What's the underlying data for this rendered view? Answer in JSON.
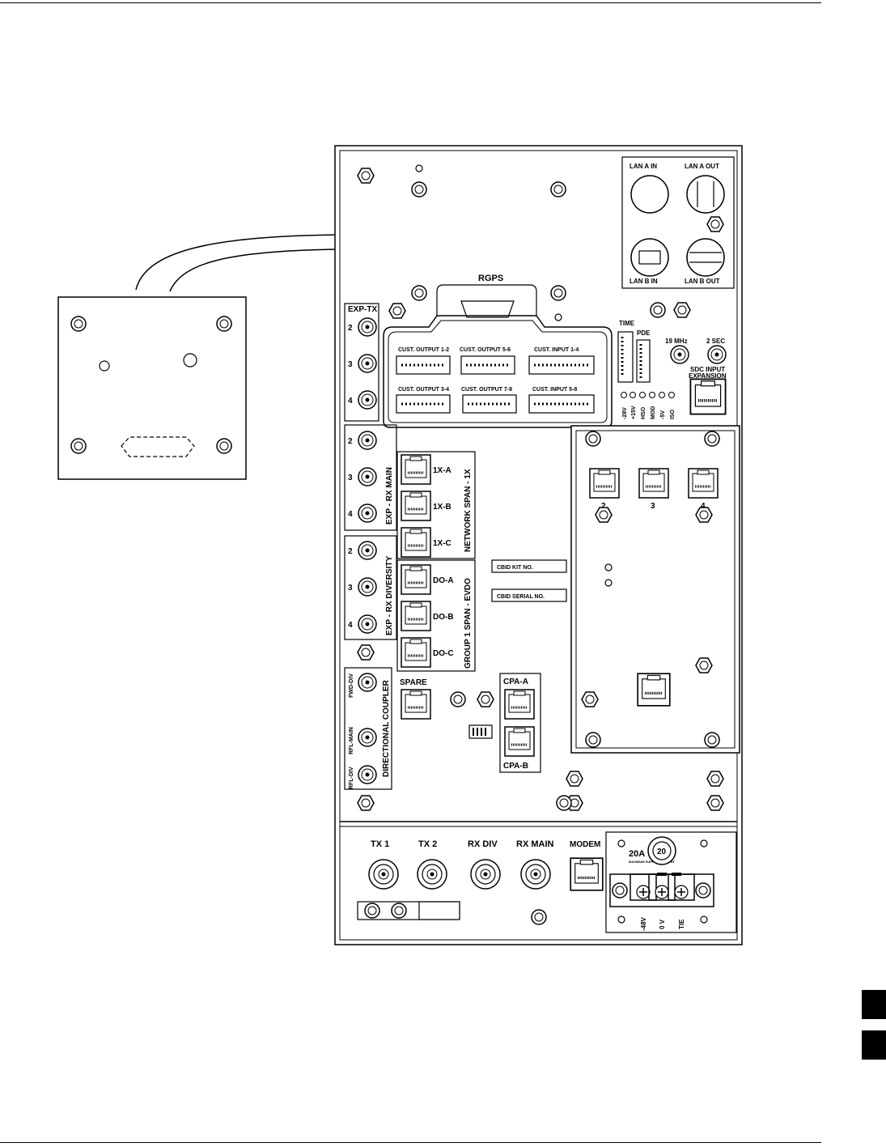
{
  "panel": {
    "lan": {
      "a_in": "LAN A IN",
      "a_out": "LAN A OUT",
      "b_in": "LAN B IN",
      "b_out": "LAN B OUT"
    },
    "rgps": "RGPS",
    "exp_tx": {
      "title": "EXP-TX",
      "ports": [
        "2",
        "3",
        "4"
      ]
    },
    "exp_rx_main": {
      "title": "EXP - RX MAIN",
      "ports": [
        "2",
        "3",
        "4"
      ]
    },
    "exp_rx_div": {
      "title": "EXP - RX DIVERSITY",
      "ports": [
        "2",
        "3",
        "4"
      ]
    },
    "coupler": {
      "title": "DIRECTIONAL COUPLER",
      "ports": [
        "FWD-DIV",
        "RFL-MAIN",
        "RFL-DIV"
      ]
    },
    "cust_io": [
      "CUST. OUTPUT 1-2",
      "CUST. OUTPUT 5-6",
      "CUST. INPUT 1-4",
      "CUST. OUTPUT 3-4",
      "CUST. OUTPUT 7-8",
      "CUST. INPUT 5-8"
    ],
    "time": "TIME",
    "pde": "PDE",
    "mhz19": "19 MHz",
    "sec2": "2 SEC",
    "sdc_line1": "SDC INPUT",
    "sdc_line2": "EXPANSION",
    "leds": [
      "-28V",
      "+15V",
      "HSO",
      "MOD",
      "-5V",
      "ISO"
    ],
    "span_1x": {
      "title": "NETWORK SPAN - 1X",
      "ports": [
        "1X-A",
        "1X-B",
        "1X-C"
      ]
    },
    "span_do": {
      "title": "GROUP 1 SPAN - EVDO",
      "ports": [
        "DO-A",
        "DO-B",
        "DO-C"
      ]
    },
    "cbid_kit": "CBID KIT NO.",
    "cbid_serial": "CBID SERIAL NO.",
    "spare": "SPARE",
    "cpa_a": "CPA-A",
    "cpa_b": "CPA-B",
    "expansion_ports": [
      "2",
      "3",
      "4"
    ],
    "bottom": {
      "tx1": "TX 1",
      "tx2": "TX 2",
      "rx_div": "RX DIV",
      "rx_main": "RX MAIN",
      "modem": "MODEM",
      "breaker": "20A",
      "breaker_dial": "20",
      "breaker_note": "MAXIMUM SUPPLY CURRENT",
      "terminals": [
        "-48V",
        "0 V",
        "TIE"
      ]
    }
  }
}
